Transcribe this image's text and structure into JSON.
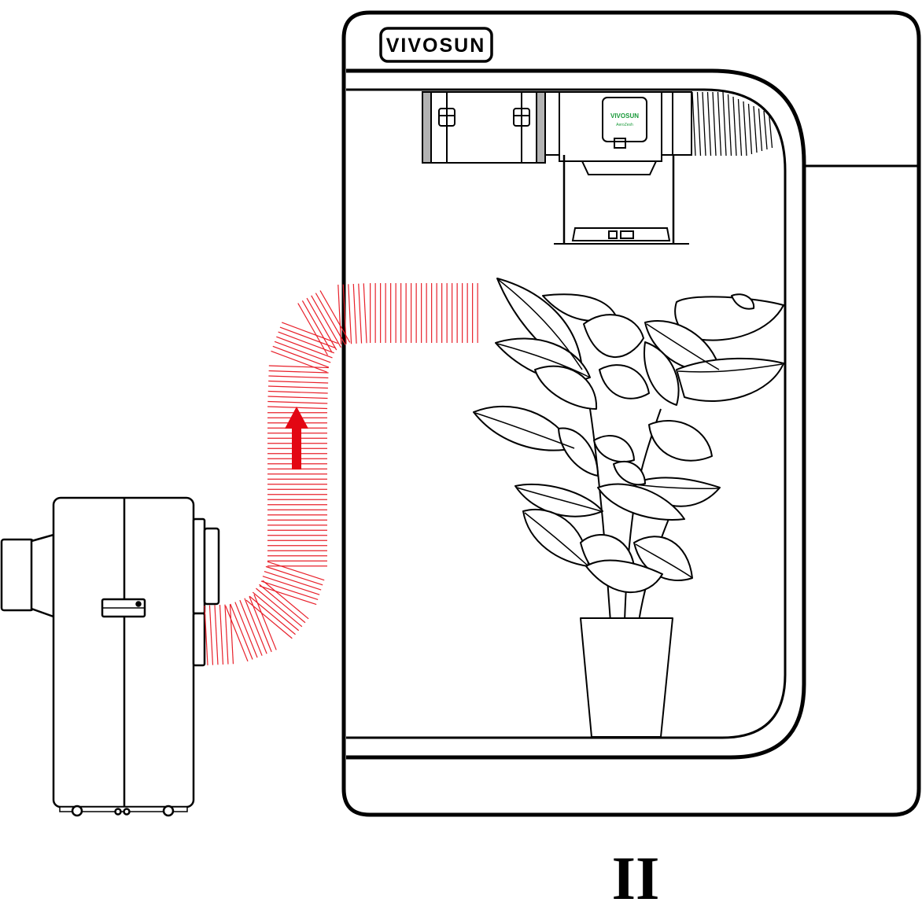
{
  "tent": {
    "brand_logo": "VIVOSUN",
    "fan_badge_brand": "VIVOSUN",
    "fan_badge_model": "AeroZesh"
  },
  "step_label": "II",
  "colors": {
    "line": "#000000",
    "duct": "#e8202a",
    "arrow": "#e30613",
    "fan_brand": "#1a9a3a"
  }
}
